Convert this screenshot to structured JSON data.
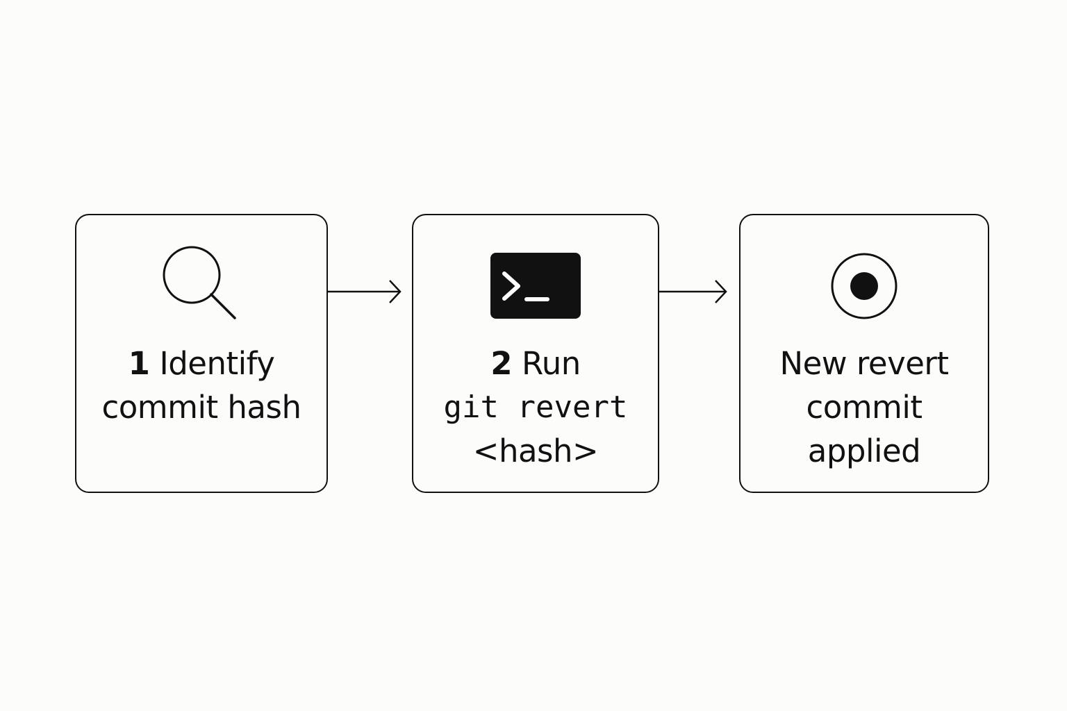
{
  "steps": [
    {
      "icon": "search-icon",
      "number": "1",
      "lines": [
        "Identify",
        "commit hash"
      ]
    },
    {
      "icon": "terminal-icon",
      "number": "2",
      "lines": [
        "Run",
        "git revert",
        "<hash>"
      ]
    },
    {
      "icon": "target-icon",
      "lines": [
        "New revert",
        "commit",
        "applied"
      ]
    }
  ],
  "colors": {
    "stroke": "#111111",
    "background": "#fcfcfb"
  }
}
